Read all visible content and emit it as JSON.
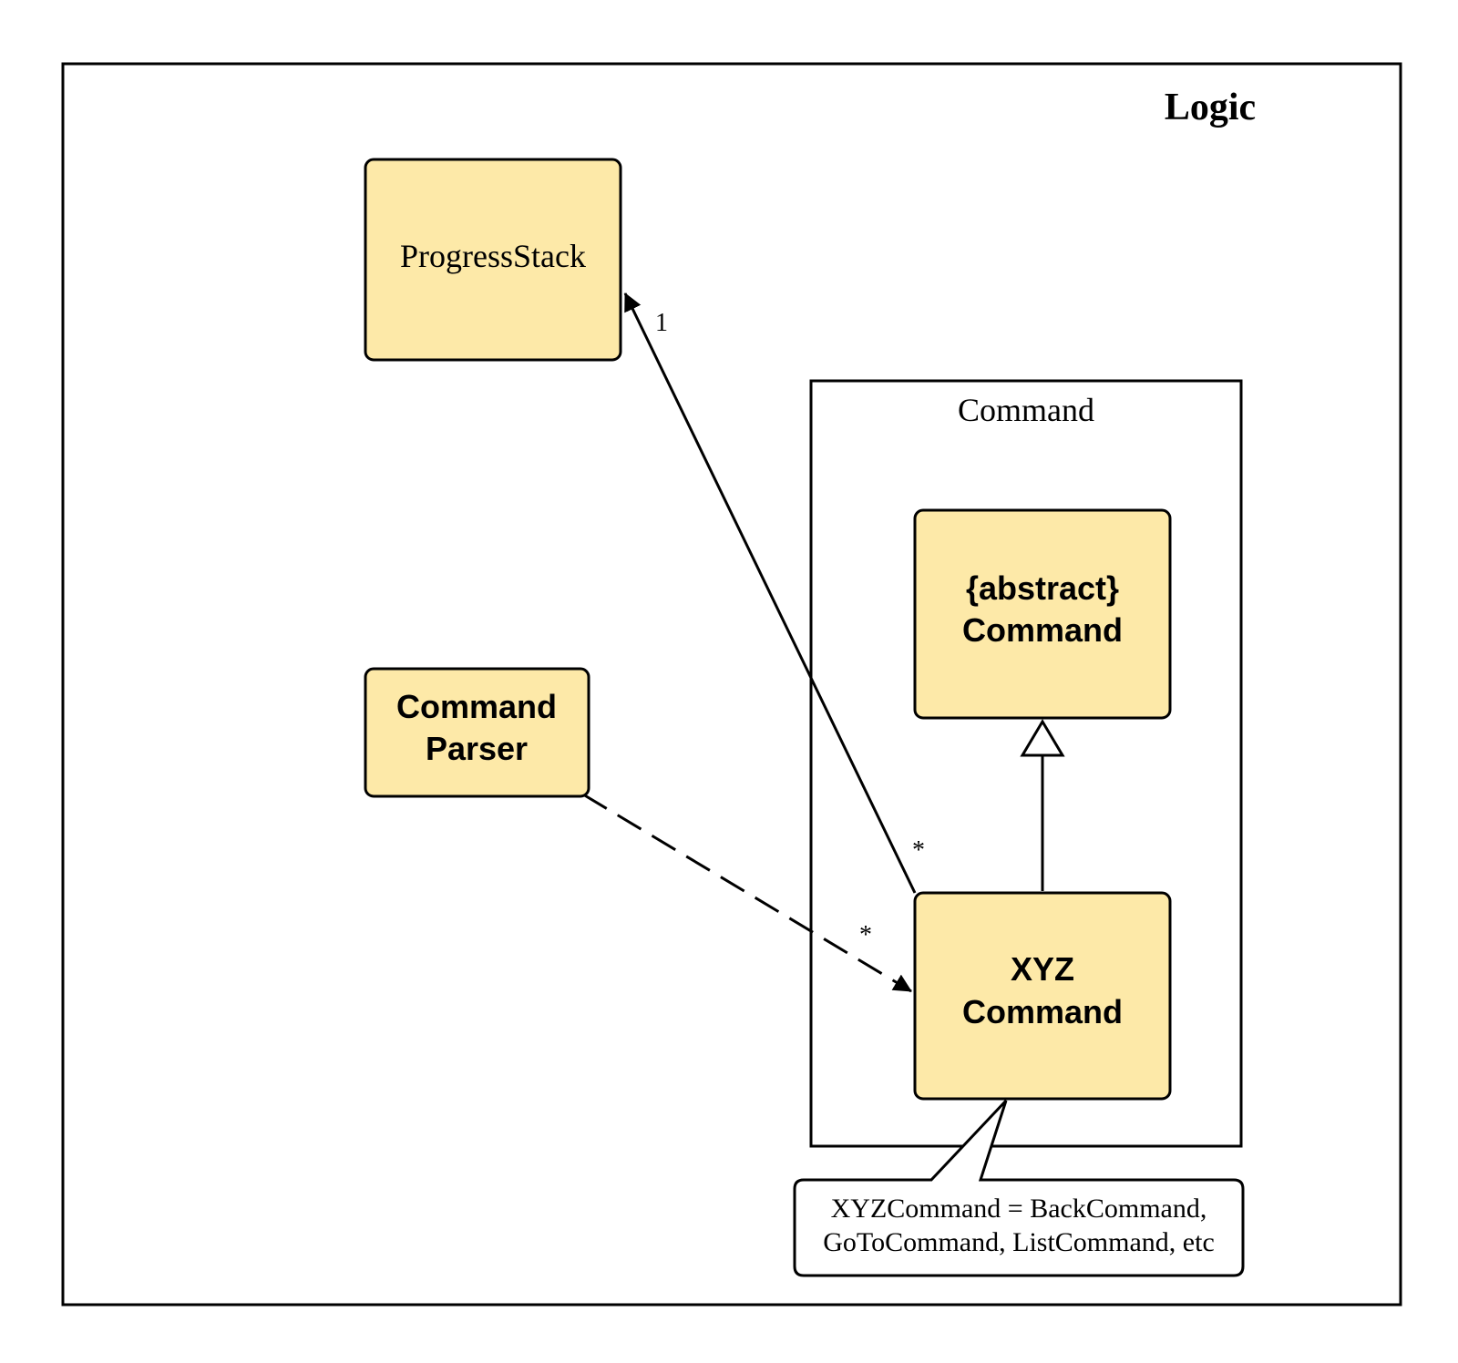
{
  "frame": {
    "title": "Logic"
  },
  "package": {
    "title": "Command"
  },
  "classes": {
    "progress_stack": {
      "label": "ProgressStack"
    },
    "command_parser": {
      "line1": "Command",
      "line2": "Parser"
    },
    "abstract_command": {
      "line1": "{abstract}",
      "line2": "Command"
    },
    "xyz_command": {
      "line1": "XYZ",
      "line2": "Command"
    }
  },
  "associations": {
    "xyz_to_progress_stack": {
      "target_multiplicity": "1",
      "source_multiplicity": "*"
    },
    "parser_to_xyz": {
      "target_multiplicity": "*"
    }
  },
  "note": {
    "line1": "XYZCommand = BackCommand,",
    "line2": "GoToCommand, ListCommand, etc"
  },
  "colors": {
    "class_fill": "#fde9a8",
    "stroke": "#000000",
    "background": "#ffffff"
  }
}
